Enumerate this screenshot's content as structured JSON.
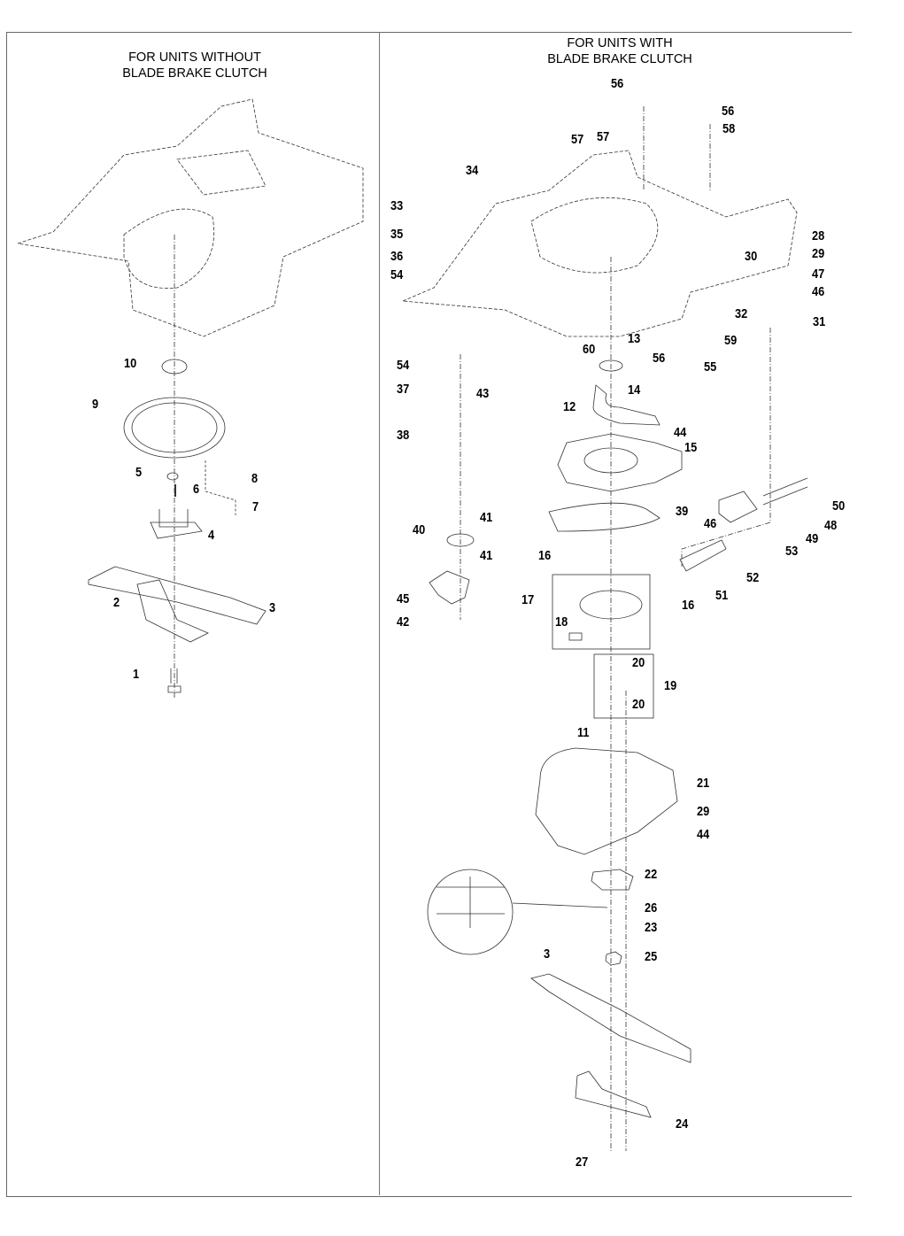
{
  "panels": {
    "left": {
      "title_line1": "FOR UNITS WITHOUT",
      "title_line2": "BLADE BRAKE CLUTCH",
      "callouts": [
        "10",
        "9",
        "5",
        "6",
        "8",
        "7",
        "4",
        "3",
        "2",
        "1"
      ]
    },
    "right": {
      "title_line1": "FOR UNITS WITH",
      "title_line2": "BLADE BRAKE CLUTCH",
      "callouts": [
        "56",
        "56",
        "58",
        "57",
        "57",
        "34",
        "33",
        "35",
        "36",
        "54",
        "28",
        "29",
        "47",
        "46",
        "30",
        "32",
        "31",
        "59",
        "60",
        "13",
        "54",
        "56",
        "55",
        "14",
        "37",
        "43",
        "12",
        "44",
        "38",
        "15",
        "41",
        "40",
        "39",
        "46",
        "50",
        "48",
        "49",
        "53",
        "41",
        "16",
        "52",
        "51",
        "45",
        "17",
        "16",
        "42",
        "18",
        "20",
        "19",
        "20",
        "11",
        "21",
        "29",
        "44",
        "22",
        "26",
        "23",
        "25",
        "3",
        "24",
        "27"
      ]
    }
  }
}
